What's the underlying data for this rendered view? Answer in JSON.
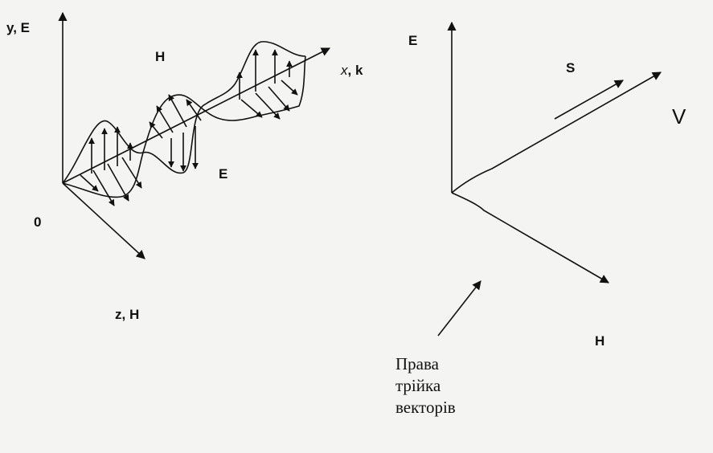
{
  "left_diagram": {
    "axis_y_label": "y, E",
    "axis_x_label_x": "x",
    "axis_x_label_k": ", k",
    "axis_z_label": "z, H",
    "origin_label": "0",
    "wave_h_label": "H",
    "wave_e_label": "E"
  },
  "right_diagram": {
    "e_label": "E",
    "s_label": "S",
    "v_label": "V",
    "h_label": "H"
  },
  "caption": {
    "line1": "Права",
    "line2": "трійка",
    "line3": "векторів"
  },
  "colors": {
    "ink": "#111111",
    "background": "#f4f4f2"
  }
}
